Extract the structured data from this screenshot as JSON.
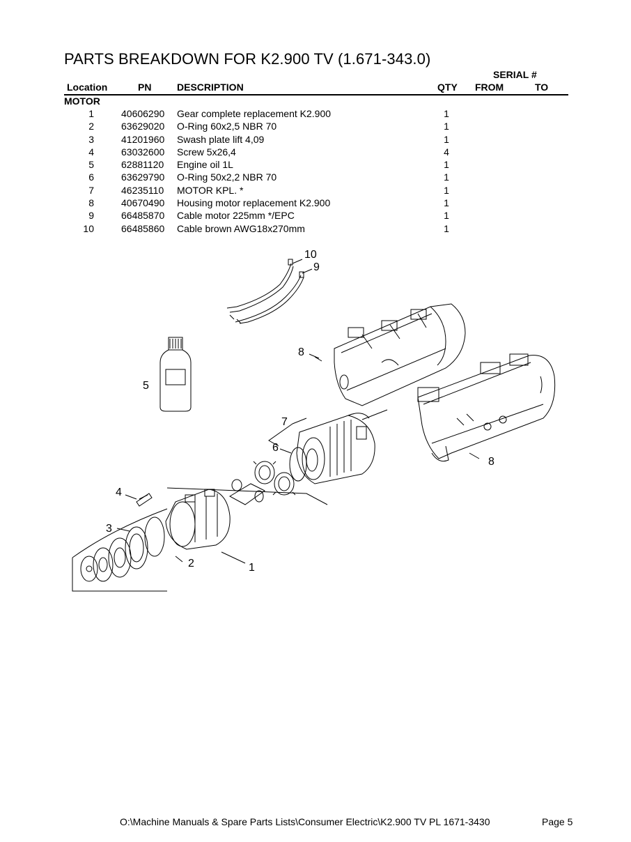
{
  "title": "PARTS BREAKDOWN FOR K2.900 TV (1.671-343.0)",
  "serial_label": "SERIAL #",
  "columns": {
    "location": "Location",
    "pn": "PN",
    "description": "DESCRIPTION",
    "qty": "QTY",
    "from": "FROM",
    "to": "TO"
  },
  "section": "MOTOR",
  "parts": [
    {
      "loc": "1",
      "pn": "40606290",
      "desc": "Gear complete replacement K2.900",
      "qty": "1"
    },
    {
      "loc": "2",
      "pn": "63629020",
      "desc": "O-Ring 60x2,5 NBR 70",
      "qty": "1"
    },
    {
      "loc": "3",
      "pn": "41201960",
      "desc": "Swash plate lift 4,09",
      "qty": "1"
    },
    {
      "loc": "4",
      "pn": "63032600",
      "desc": "Screw 5x26,4",
      "qty": "4"
    },
    {
      "loc": "5",
      "pn": "62881120",
      "desc": "Engine oil 1L",
      "qty": "1"
    },
    {
      "loc": "6",
      "pn": "63629790",
      "desc": "O-Ring 50x2,2 NBR 70",
      "qty": "1"
    },
    {
      "loc": "7",
      "pn": "46235110",
      "desc": "MOTOR KPL. *",
      "qty": "1"
    },
    {
      "loc": "8",
      "pn": "40670490",
      "desc": "Housing motor replacement K2.900",
      "qty": "1"
    },
    {
      "loc": "9",
      "pn": "66485870",
      "desc": "Cable motor 225mm */EPC",
      "qty": "1"
    },
    {
      "loc": "10",
      "pn": "66485860",
      "desc": "Cable brown AWG18x270mm",
      "qty": "1"
    }
  ],
  "callouts": {
    "c10": "10",
    "c9": "9",
    "c8a": "8",
    "c5": "5",
    "c7": "7",
    "c6": "6",
    "c8b": "8",
    "c4": "4",
    "c3": "3",
    "c2": "2",
    "c1": "1"
  },
  "footer": {
    "path": "O:\\Machine Manuals & Spare Parts Lists\\Consumer Electric\\K2.900 TV PL 1671-3430",
    "page": "Page 5"
  }
}
